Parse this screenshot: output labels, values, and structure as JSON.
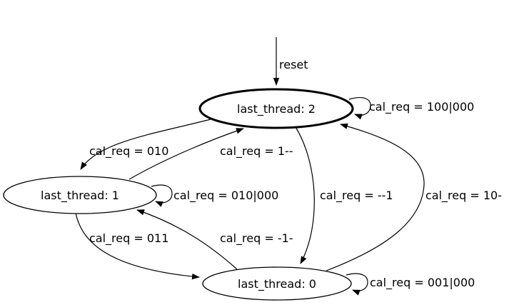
{
  "diagram": {
    "type": "state-machine",
    "background_color": "#ffffff",
    "stroke_color": "#000000",
    "text_color": "#000000",
    "nodes": [
      {
        "id": "last_thread_2",
        "label": "last_thread: 2",
        "bold_border": true,
        "is_initial": true
      },
      {
        "id": "last_thread_1",
        "label": "last_thread: 1",
        "bold_border": false,
        "is_initial": false
      },
      {
        "id": "last_thread_0",
        "label": "last_thread: 0",
        "bold_border": false,
        "is_initial": false
      }
    ],
    "initial_edge": {
      "label": "reset",
      "to": "last_thread_2"
    },
    "edges": [
      {
        "from": "last_thread_2",
        "to": "last_thread_2",
        "label": "cal_req = 100|000"
      },
      {
        "from": "last_thread_2",
        "to": "last_thread_1",
        "label": "cal_req = 010"
      },
      {
        "from": "last_thread_1",
        "to": "last_thread_2",
        "label": "cal_req = 1--"
      },
      {
        "from": "last_thread_1",
        "to": "last_thread_1",
        "label": "cal_req = 010|000"
      },
      {
        "from": "last_thread_1",
        "to": "last_thread_0",
        "label": "cal_req = 011"
      },
      {
        "from": "last_thread_0",
        "to": "last_thread_1",
        "label": "cal_req = -1-"
      },
      {
        "from": "last_thread_2",
        "to": "last_thread_0",
        "label": "cal_req = --1"
      },
      {
        "from": "last_thread_0",
        "to": "last_thread_2",
        "label": "cal_req = 10-"
      },
      {
        "from": "last_thread_0",
        "to": "last_thread_0",
        "label": "cal_req = 001|000"
      }
    ]
  }
}
